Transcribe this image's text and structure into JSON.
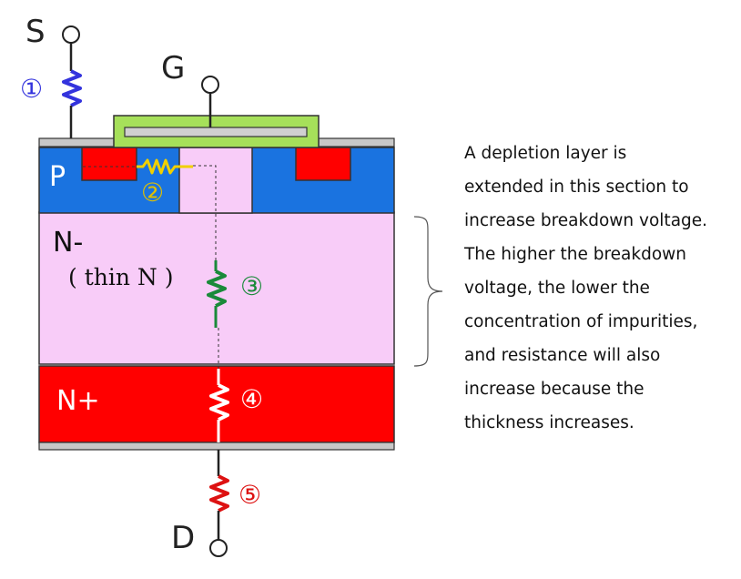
{
  "terminals": {
    "source": "S",
    "gate": "G",
    "drain": "D"
  },
  "regions": {
    "p": "P",
    "n_minus": "N-",
    "n_minus_sub": "( thin N )",
    "n_plus": "N+"
  },
  "resistors": [
    {
      "label": "①",
      "color": "#3333dd"
    },
    {
      "label": "②",
      "color": "#e0c000"
    },
    {
      "label": "③",
      "color": "#1a8a3a"
    },
    {
      "label": "④",
      "color": "#ffffff"
    },
    {
      "label": "⑤",
      "color": "#dd1111"
    }
  ],
  "note": {
    "lines": [
      "A depletion layer is",
      "extended in this section to",
      "increase breakdown voltage.",
      "The higher the breakdown",
      "voltage, the lower the",
      "concentration of impurities,",
      "and resistance will also",
      "increase because the",
      "thickness increases."
    ]
  },
  "colors": {
    "p_region": "#1a73e0",
    "n_plus": "#ff0000",
    "n_minus": "#f8ccf8",
    "gate": "#a6e05a",
    "metal": "#c8c8c8"
  }
}
